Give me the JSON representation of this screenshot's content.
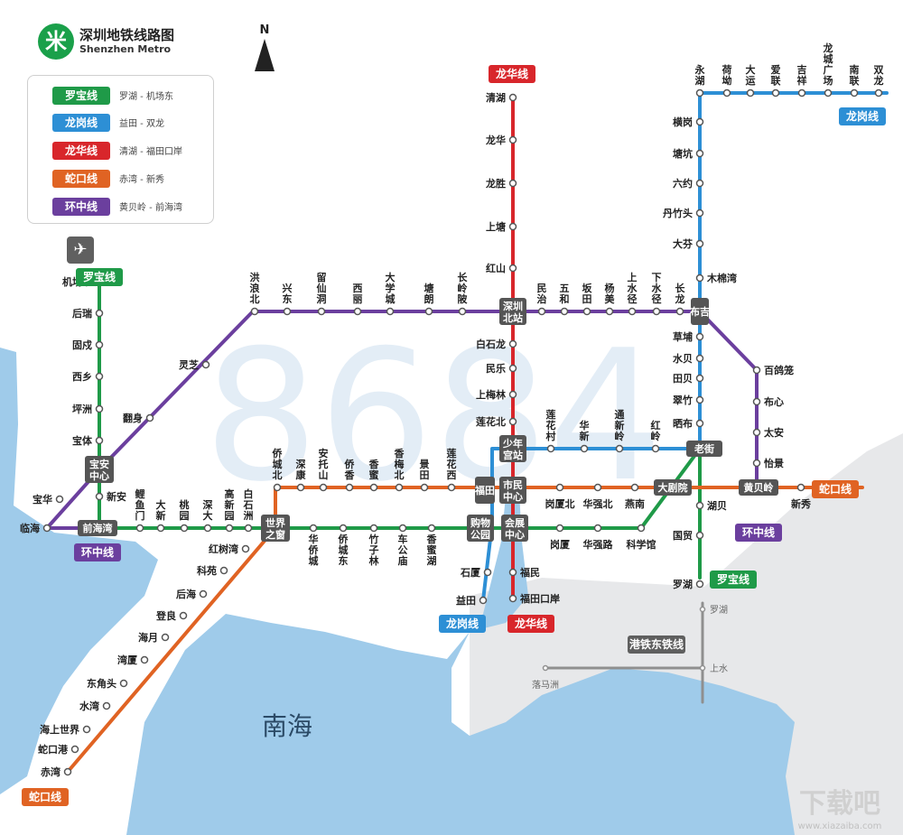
{
  "title": "深圳地铁线路图",
  "subtitle": "Shenzhen Metro",
  "logo_glyph": "米",
  "compass_label": "N",
  "airport_icon": "airplane-icon",
  "sea_label": "南海",
  "watermark_number": "8684",
  "site_mark": "下载吧",
  "site_url": "www.xiazaiba.com",
  "colors": {
    "luobao": "#1f9a48",
    "longgang": "#2d8fd5",
    "longhua": "#d8262b",
    "shekou": "#e06323",
    "huanzhong": "#6b3f9e",
    "water": "#9fcbea",
    "land": "#e7e8ea",
    "interchange": "#555555",
    "railway": "#8f8f8f"
  },
  "legend": [
    {
      "name": "罗宝线",
      "route": "罗湖 - 机场东",
      "color": "#1f9a48"
    },
    {
      "name": "龙岗线",
      "route": "益田 - 双龙",
      "color": "#2d8fd5"
    },
    {
      "name": "龙华线",
      "route": "清湖 - 福田口岸",
      "color": "#d8262b"
    },
    {
      "name": "蛇口线",
      "route": "赤湾 - 新秀",
      "color": "#e06323"
    },
    {
      "name": "环中线",
      "route": "黄贝岭 - 前海湾",
      "color": "#6b3f9e"
    }
  ],
  "line_tags": [
    {
      "text": "龙华线",
      "color": "#d8262b"
    },
    {
      "text": "龙岗线",
      "color": "#2d8fd5"
    },
    {
      "text": "罗宝线",
      "color": "#1f9a48"
    },
    {
      "text": "环中线",
      "color": "#6b3f9e"
    },
    {
      "text": "蛇口线",
      "color": "#e06323"
    },
    {
      "text": "环中线",
      "color": "#6b3f9e"
    },
    {
      "text": "罗宝线",
      "color": "#1f9a48"
    },
    {
      "text": "龙岗线",
      "color": "#2d8fd5"
    },
    {
      "text": "龙华线",
      "color": "#d8262b"
    },
    {
      "text": "蛇口线",
      "color": "#e06323"
    },
    {
      "text": "港铁东铁线",
      "color": "#5f5f5f"
    }
  ],
  "interchanges": [
    "深圳北站",
    "布吉",
    "少年宫站",
    "老街",
    "市民中心",
    "福田",
    "大剧院",
    "黄贝岭",
    "购物公园",
    "会展中心",
    "宝安中心",
    "前海湾",
    "世界之窗"
  ],
  "stations": [
    "清湖",
    "龙华",
    "龙胜",
    "上塘",
    "红山",
    "白石龙",
    "民乐",
    "上梅林",
    "莲花北",
    "福民",
    "福田口岸",
    "永湖",
    "荷坳",
    "大运",
    "爱联",
    "吉祥",
    "龙城广场",
    "南联",
    "双龙",
    "横岗",
    "塘坑",
    "六约",
    "丹竹头",
    "大芬",
    "木棉湾",
    "草埔",
    "水贝",
    "田贝",
    "翠竹",
    "晒布",
    "湖贝",
    "国贸",
    "罗湖",
    "石厦",
    "益田",
    "洪浪北",
    "兴东",
    "留仙洞",
    "西丽",
    "大学城",
    "塘朗",
    "长岭陂",
    "民治",
    "五和",
    "坂田",
    "杨美",
    "上水径",
    "下水径",
    "长龙",
    "百鸽笼",
    "布心",
    "太安",
    "怡景",
    "灵芝",
    "翻身",
    "宝华",
    "临海",
    "莲花村",
    "华新",
    "通新岭",
    "红岭",
    "机场东",
    "后瑞",
    "固戍",
    "西乡",
    "坪洲",
    "宝体",
    "新安",
    "鲤鱼门",
    "大新",
    "桃园",
    "深大",
    "高新园",
    "白石洲",
    "华侨城",
    "侨城东",
    "竹子林",
    "车公庙",
    "香蜜湖",
    "岗厦",
    "华强路",
    "科学馆",
    "侨城北",
    "深康",
    "安托山",
    "侨香",
    "香蜜",
    "香梅北",
    "景田",
    "莲花西",
    "岗厦北",
    "华强北",
    "燕南",
    "新秀",
    "红树湾",
    "科苑",
    "后海",
    "登良",
    "海月",
    "湾厦",
    "东角头",
    "水湾",
    "海上世界",
    "蛇口港",
    "赤湾",
    "罗湖",
    "上水",
    "落马洲"
  ]
}
